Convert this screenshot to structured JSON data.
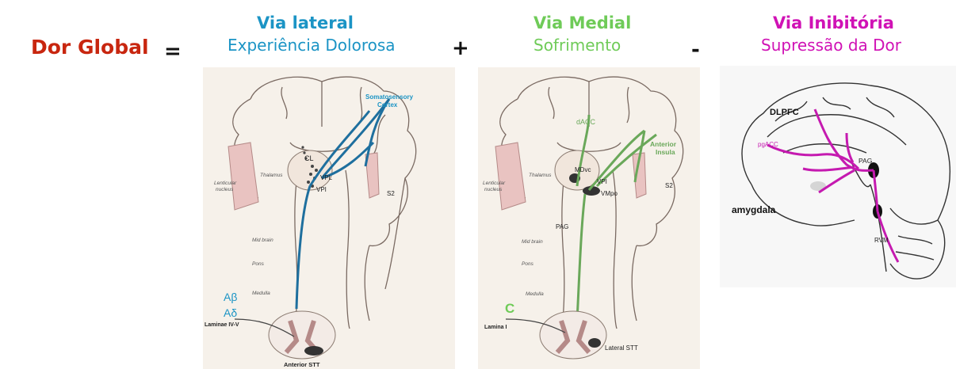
{
  "equation": {
    "lhs": "Dor Global",
    "equals": "=",
    "plus": "+",
    "minus": "-",
    "colors": {
      "lhs": "#c8260f",
      "lateral": "#1b94c5",
      "medial": "#6fcb58",
      "inhibitory": "#d012b5",
      "operator": "#111111"
    }
  },
  "lateral": {
    "title": "Via lateral",
    "subtitle": "Experiência Dolorosa",
    "labels": {
      "somatosensory": "Somatosensory",
      "cortex": "Cortex",
      "cl": "CL",
      "vpl": "VPL",
      "vpi": "VPI",
      "thalamus": "Thalamus",
      "lenticular": "Lenticular",
      "nucleus": "nucleus",
      "s2": "S2",
      "midbrain": "Mid brain",
      "pons": "Pons",
      "medulla": "Medulla",
      "abeta": "Aβ",
      "adelta": "Aδ",
      "laminae": "Laminae IV-V",
      "anterior_stt": "Anterior STT"
    }
  },
  "medial": {
    "title": "Via Medial",
    "subtitle": "Sofrimento",
    "labels": {
      "dacc": "dACC",
      "anterior": "Anterior",
      "insula": "Insula",
      "thalamus": "Thalamus",
      "mdvc": "MDvc",
      "vpi": "VPI",
      "vmpo": "VMpo",
      "s2": "S2",
      "lenticular": "Lenticular",
      "nucleus": "nucleus",
      "midbrain": "Mid brain",
      "pag": "PAG",
      "pons": "Pons",
      "medulla": "Medulla",
      "c": "C",
      "lamina": "Lamina I",
      "lateral_stt": "Lateral STT"
    }
  },
  "inhibitory": {
    "title": "Via Inibitória",
    "subtitle": "Supressão da Dor",
    "labels": {
      "dlpfc": "DLPFC",
      "pgacc": "pgACC",
      "pag": "PAG",
      "amygdala": "amygdala",
      "rvm": "RVM"
    }
  }
}
